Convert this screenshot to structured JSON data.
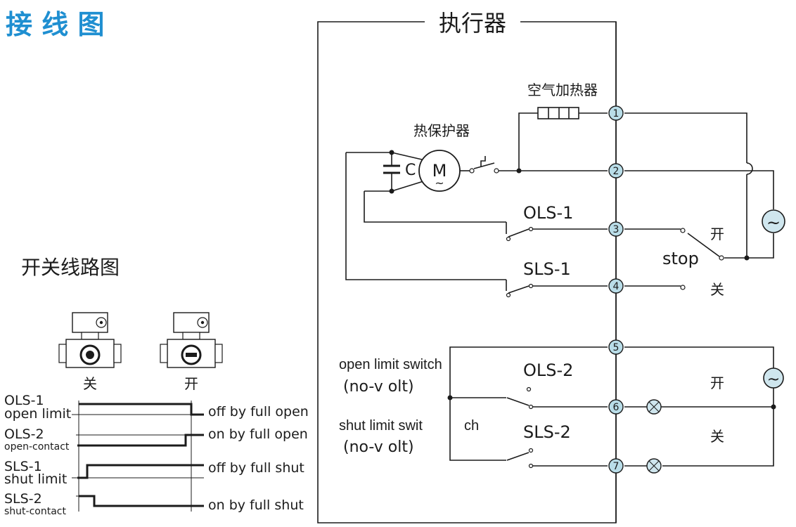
{
  "page_title": "接 线 图",
  "actuator": {
    "title": "执行器",
    "air_heater_label": "空气加热器",
    "thermal_protector_label": "热保护器",
    "capacitor_label": "C",
    "motor_label": "M",
    "motor_ac_symbol": "~",
    "ols1_label": "OLS-1",
    "sls1_label": "SLS-1",
    "ols2_label": "OLS-2",
    "sls2_label": "SLS-2",
    "stop_label": "stop",
    "open_label": "开",
    "close_label": "关",
    "open_lamp_label": "开",
    "close_lamp_label": "关",
    "ac_source_symbol": "~",
    "terminals": [
      "1",
      "2",
      "3",
      "4",
      "5",
      "6",
      "7"
    ],
    "open_limit_switch_label": "open limit switch",
    "open_limit_note": "(no-v olt)",
    "shut_limit_switch_label": "shut limit swit",
    "shut_limit_switch_label_cont": "ch",
    "shut_limit_note": "(no-v olt)"
  },
  "switch_section": {
    "title": "开关线路图",
    "valve_closed_label": "关",
    "valve_open_label": "开",
    "rows": [
      {
        "name": "OLS-1",
        "sub": "open limit",
        "desc": "off by full open"
      },
      {
        "name": "OLS-2",
        "sub": "open-contact",
        "desc": "on by full open"
      },
      {
        "name": "SLS-1",
        "sub": "shut limit",
        "desc": "off  by full shut"
      },
      {
        "name": "SLS-2",
        "sub": "shut-contact",
        "desc": "on by full shut"
      }
    ]
  }
}
